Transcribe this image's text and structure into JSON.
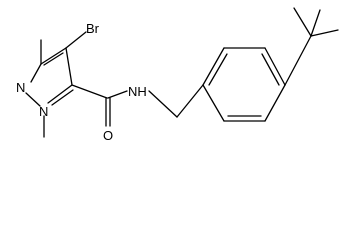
{
  "structure": {
    "atom_labels": {
      "br": "Br",
      "n_ring_top": "N",
      "n_ring_methyl": "N",
      "nh": "NH",
      "o": "O"
    }
  },
  "colors": {
    "bond": "#000000",
    "label": "#000000",
    "background": "#ffffff"
  }
}
